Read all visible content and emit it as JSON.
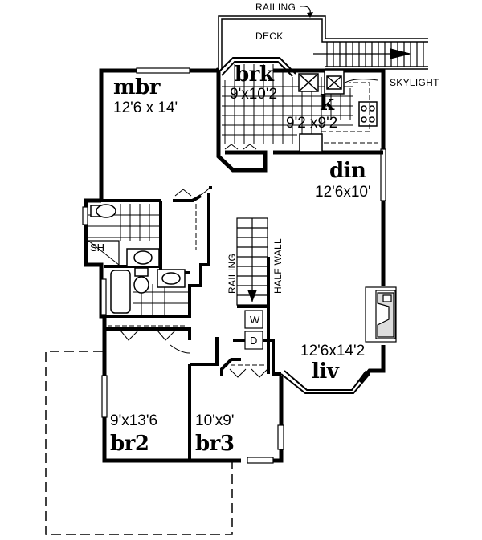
{
  "plan": {
    "colors": {
      "ink": "#000000",
      "background": "#ffffff"
    },
    "annotations": {
      "railing_top": "RAILING",
      "deck": "DECK",
      "skylight": "SKYLIGHT",
      "railing_stair": "RAILING",
      "half_wall": "HALF WALL"
    },
    "appliances": {
      "washer": "W",
      "dryer": "D",
      "shower": "SH"
    },
    "rooms": {
      "mbr": {
        "name": "mbr",
        "size": "12'6 x 14'"
      },
      "brk": {
        "name": "brk",
        "size": "9'x10'2"
      },
      "k": {
        "name": "k",
        "size": "9'2 x9'2"
      },
      "din": {
        "name": "din",
        "size": "12'6x10'"
      },
      "liv": {
        "name": "liv",
        "size": "12'6x14'2"
      },
      "br2": {
        "name": "br2",
        "size": "9'x13'6"
      },
      "br3": {
        "name": "br3",
        "size": "10'x9'"
      }
    }
  }
}
